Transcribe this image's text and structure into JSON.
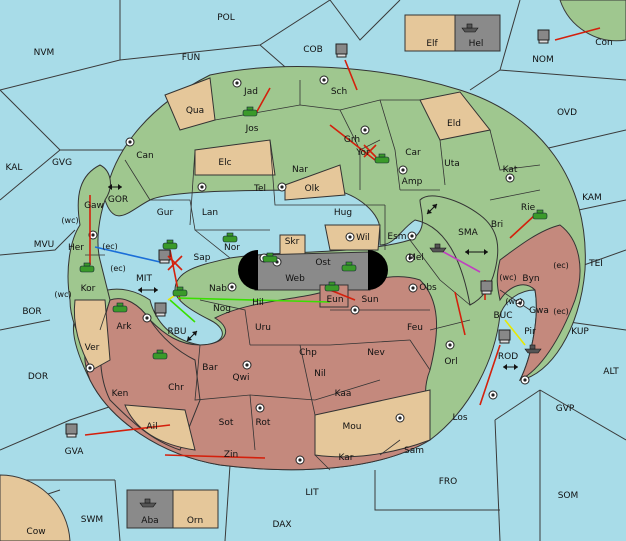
{
  "colors": {
    "sea": "#a8dce8",
    "green": "#9fc78f",
    "tan": "#e5c79a",
    "red": "#c4897d",
    "grey": "#8a8a8a",
    "black": "#000000",
    "order_red": "#d4200c",
    "order_green": "#39e000",
    "order_yellow": "#e8e800",
    "order_magenta": "#c040c0",
    "order_blue": "#1a6ed8"
  },
  "sea_labels": {
    "POL": "POL",
    "NVM": "NVM",
    "FUN": "FUN",
    "COB": "COB",
    "NOM": "NOM",
    "Con": "Con",
    "OVD": "OVD",
    "KAL": "KAL",
    "GVG": "GVG",
    "KAM": "KAM",
    "GOR": "GOR",
    "MVU": "MVU",
    "TEI": "TEI",
    "SMA": "SMA",
    "MIT": "MIT",
    "BOR": "BOR",
    "RBU": "RBU",
    "KUP": "KUP",
    "ALT": "ALT",
    "DOR": "DOR",
    "ROD": "ROD",
    "BUC": "BUC",
    "GVP": "GVP",
    "GVA": "GVA",
    "FRO": "FRO",
    "LIT": "LIT",
    "SOM": "SOM",
    "SWM": "SWM",
    "DAX": "DAX",
    "Cow": "Cow"
  },
  "land_labels": {
    "Jad": "Jad",
    "Sch": "Sch",
    "Qua": "Qua",
    "Jos": "Jos",
    "Grh": "Grh",
    "Eld": "Eld",
    "Can": "Can",
    "Elc": "Elc",
    "Nar": "Nar",
    "Yor": "Yor",
    "Car": "Car",
    "Uta": "Uta",
    "Kat": "Kat",
    "Gaw": "Gaw",
    "Tel": "Tel",
    "Olk": "Olk",
    "Amp": "Amp",
    "Gur": "Gur",
    "Lan": "Lan",
    "Hug": "Hug",
    "Rie": "Rie",
    "Bri": "Bri",
    "Her": "Her",
    "Wil": "Wil",
    "Esm": "Esm",
    "Nor": "Nor",
    "Skr": "Skr",
    "Sap": "Sap",
    "Ost": "Ost",
    "Mel": "Mel",
    "Web": "Web",
    "Kor": "Kor",
    "Byn": "Byn",
    "Nab": "Nab",
    "Sun": "Sun",
    "Eun": "Eun",
    "Obs": "Obs",
    "Hil": "Hil",
    "Ark": "Ark",
    "Nog": "Nog",
    "Gwa": "Gwa",
    "Uru": "Uru",
    "Feu": "Feu",
    "Pir": "Pir",
    "Ver": "Ver",
    "Chp": "Chp",
    "Nev": "Nev",
    "Orl": "Orl",
    "Ken": "Ken",
    "Bar": "Bar",
    "Qwi": "Qwi",
    "Nil": "Nil",
    "Chr": "Chr",
    "Kaa": "Kaa",
    "Los": "Los",
    "Sot": "Sot",
    "Rot": "Rot",
    "Ail": "Ail",
    "Mou": "Mou",
    "Zin": "Zin",
    "Kar": "Kar",
    "Sam": "Sam",
    "Elf": "Elf",
    "Hel": "Hel",
    "Aba": "Aba",
    "Orn": "Orn"
  },
  "coast_labels": {
    "her_wc": "(wc)",
    "her_ec": "(ec)",
    "kor_ec": "(ec)",
    "kor_wc": "(wc)",
    "byn_wc": "(wc)",
    "byn_ec": "(ec)",
    "gwa_wc": "(wc)",
    "gwa_ec": "(ec)"
  },
  "icons": {
    "army": "army-tank-icon",
    "fleet": "fleet-ship-icon",
    "supply": "supply-center-icon",
    "two_way": "double-arrow-icon"
  }
}
